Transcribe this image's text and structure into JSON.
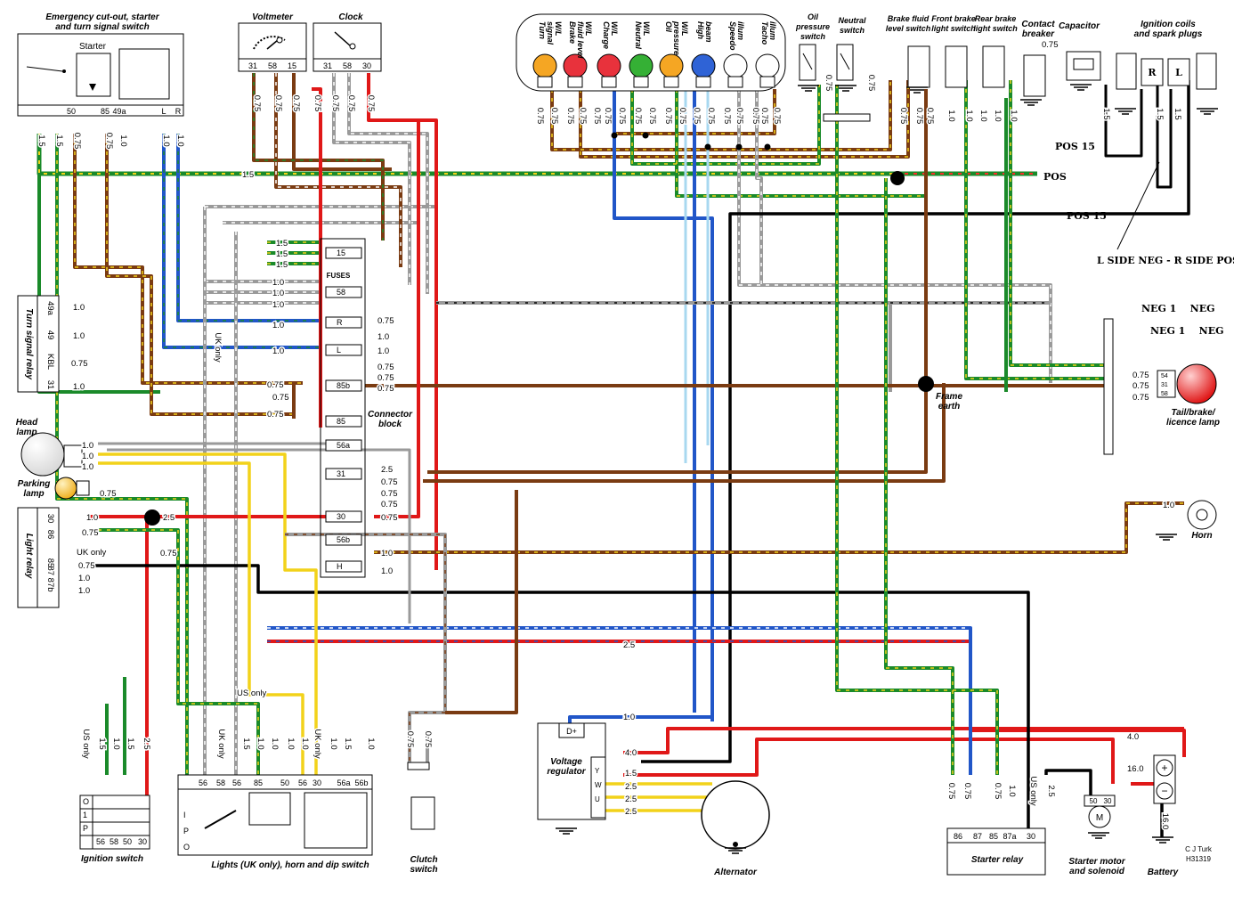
{
  "diagram": {
    "components": {
      "emergency_switch": "Emergency cut-out, starter\nand turn signal switch",
      "starter": "Starter",
      "voltmeter": "Voltmeter",
      "clock": "Clock",
      "oil_pressure_switch": "Oil\npressure\nswitch",
      "neutral_switch": "Neutral\nswitch",
      "brake_fluid_switch": "Brake fluid\nlevel switch",
      "front_brake_switch": "Front brake\nlight switch",
      "rear_brake_switch": "Rear brake\nlight switch",
      "contact_breaker": "Contact\nbreaker",
      "capacitor": "Capacitor",
      "ignition_coils": "Ignition coils\nand spark plugs",
      "turn_signal_relay": "Turn signal relay",
      "head_lamp": "Head\nlamp",
      "parking_lamp": "Parking\nlamp",
      "light_relay": "Light relay",
      "fuses": "FUSES",
      "connector_block": "Connector\nblock",
      "frame_earth": "Frame\nearth",
      "tail_lamp": "Tail/brake/\nlicence lamp",
      "horn": "Horn",
      "ignition_switch": "Ignition switch",
      "lights_switch": "Lights (UK only), horn and dip switch",
      "clutch_switch": "Clutch\nswitch",
      "voltage_regulator": "Voltage\nregulator",
      "alternator": "Alternator",
      "starter_relay": "Starter relay",
      "starter_motor": "Starter motor\nand solenoid",
      "battery": "Battery",
      "credit": "C J Turk\nH31319"
    },
    "warning_lamps": [
      {
        "label": "Turn\nsignal\nW/L",
        "color": "#f5a623"
      },
      {
        "label": "Brake\nfluid level\nW/L",
        "color": "#e8323c"
      },
      {
        "label": "Charge\nW/L",
        "color": "#e8323c"
      },
      {
        "label": "Neutral\nW/L",
        "color": "#35b035"
      },
      {
        "label": "Oil\npressure\nW/L",
        "color": "#f5a623"
      },
      {
        "label": "High\nbeam",
        "color": "#2f63d6"
      },
      {
        "label": "Speedo\nillum",
        "color": "#ffffff"
      },
      {
        "label": "Tacho\nillum",
        "color": "#ffffff"
      }
    ],
    "annotations": {
      "pos15_a": "POS 15",
      "pos": "POS",
      "pos15_b": "POS 15",
      "side": "L SIDE NEG - R SIDE POS",
      "neg1_a": "NEG 1    NEG",
      "neg1_b": "NEG 1    NEG"
    },
    "emergency_terminals": [
      "50",
      "85",
      "49a",
      "L",
      "R"
    ],
    "voltmeter_terminals": [
      "31",
      "58",
      "15"
    ],
    "clock_terminals": [
      "31",
      "58",
      "30"
    ],
    "turn_relay_terminals": [
      "49a",
      "49",
      "KBL",
      "31"
    ],
    "light_relay_terminals": [
      "30",
      "86",
      "85",
      "87 87b"
    ],
    "ignition_terminals": [
      "56",
      "58",
      "50",
      "30"
    ],
    "ignition_positions": [
      "O",
      "1",
      "P"
    ],
    "lights_terminals": [
      "56",
      "58",
      "56",
      "85",
      "50",
      "56",
      "30",
      "56a",
      "56b"
    ],
    "lights_positions": [
      "I",
      "P",
      "O"
    ],
    "starter_relay_terminals": [
      "86",
      "87",
      "85",
      "87a",
      "30"
    ],
    "motor_terminals": [
      "50",
      "30"
    ],
    "tail_terminals": [
      "54",
      "31",
      "58"
    ],
    "regulator_terminals": [
      "D+",
      "Y",
      "W",
      "U"
    ],
    "connector_rows": [
      "15",
      "58",
      "R",
      "L",
      "85b",
      "85",
      "56a",
      "31",
      "30",
      "56b",
      "H"
    ],
    "uk_only": "UK only",
    "us_only": "US only",
    "wire_sizes": {
      "w075": "0.75",
      "w10": "1.0",
      "w15": "1.5",
      "w25": "2.5",
      "w40": "4.0",
      "w160": "16.0"
    }
  }
}
